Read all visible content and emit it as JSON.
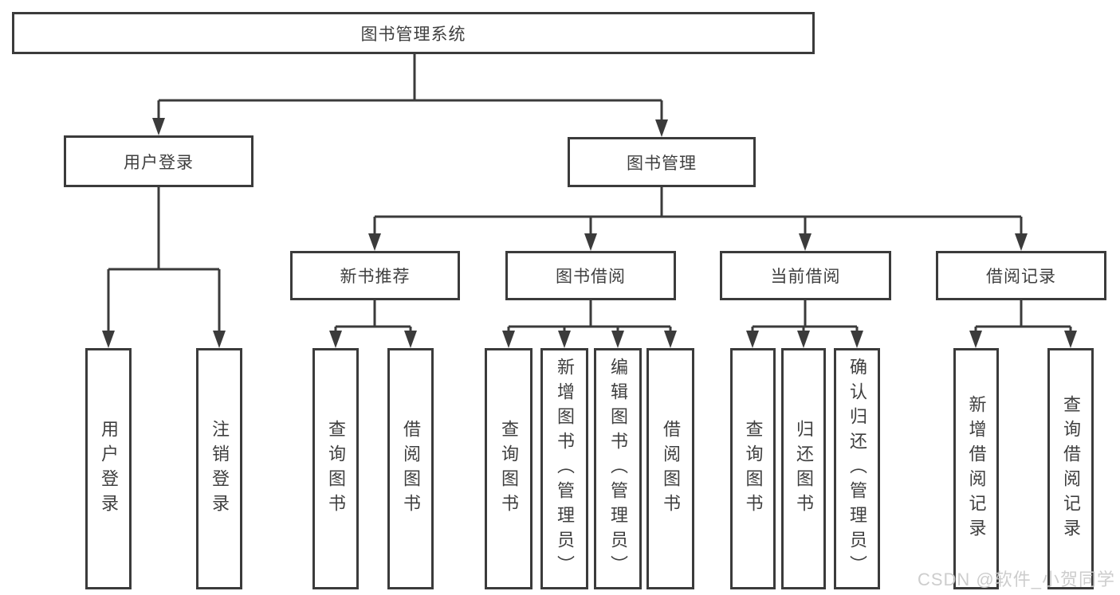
{
  "diagram": {
    "title": "图书管理系统",
    "type": "functional-structure-tree",
    "colors": {
      "line": "#3b3b3b",
      "box_border": "#3b3b3b",
      "box_background": "#ffffff",
      "text": "#3f3f3f",
      "watermark": "#cacaca"
    },
    "tree": {
      "label": "图书管理系统",
      "children": [
        {
          "label": "用户登录",
          "children": [
            {
              "label": "用户登录"
            },
            {
              "label": "注销登录"
            }
          ]
        },
        {
          "label": "图书管理",
          "children": [
            {
              "label": "新书推荐",
              "children": [
                {
                  "label": "查询图书"
                },
                {
                  "label": "借阅图书"
                }
              ]
            },
            {
              "label": "图书借阅",
              "children": [
                {
                  "label": "查询图书"
                },
                {
                  "label": "新增图书（管理员）"
                },
                {
                  "label": "编辑图书（管理员）"
                },
                {
                  "label": "借阅图书"
                }
              ]
            },
            {
              "label": "当前借阅",
              "children": [
                {
                  "label": "查询图书"
                },
                {
                  "label": "归还图书"
                },
                {
                  "label": "确认归还（管理员）"
                }
              ]
            },
            {
              "label": "借阅记录",
              "children": [
                {
                  "label": "新增借阅记录"
                },
                {
                  "label": "查询借阅记录"
                }
              ]
            }
          ]
        }
      ]
    },
    "watermark": "CSDN @软件_小贺同学"
  }
}
